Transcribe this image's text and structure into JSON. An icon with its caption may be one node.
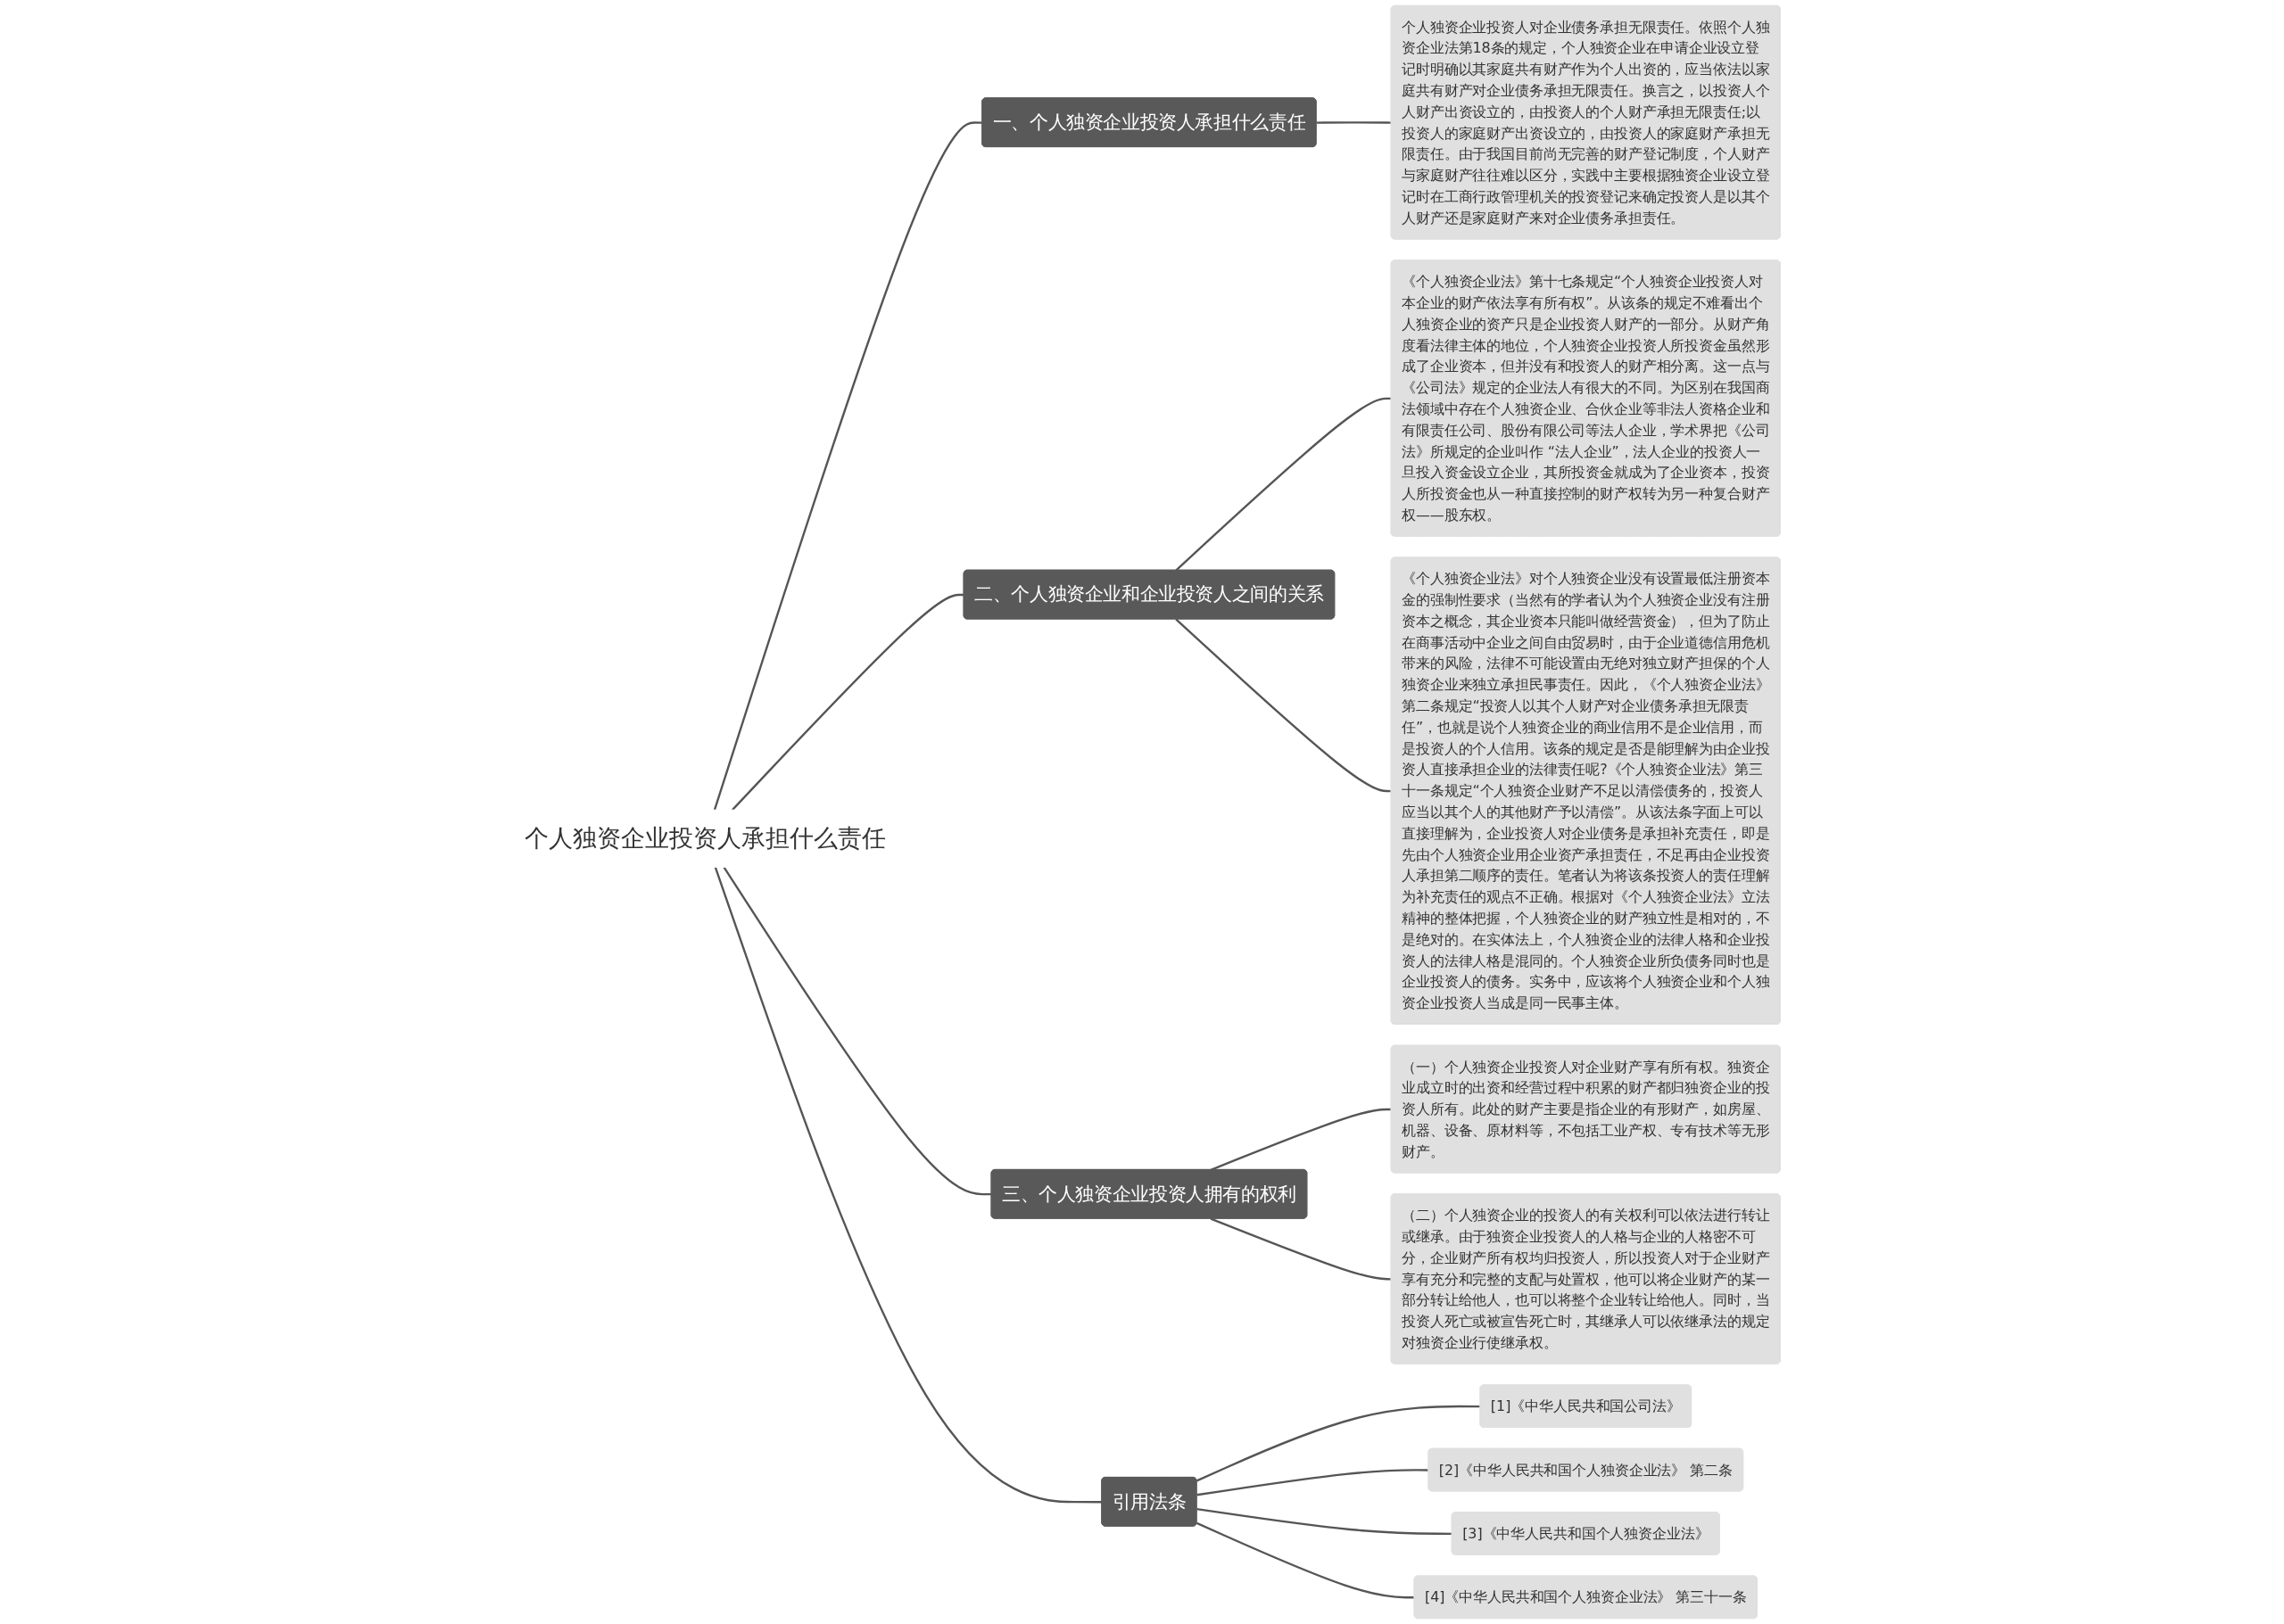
{
  "diagram": {
    "nodes": [
      {
        "text": [
          "个人独资企业投资人承担什么责任"
        ]
      },
      {
        "text": [
          "一、个人独资企业投资人承担什么责任"
        ]
      },
      {
        "text": [
          "个人独资企业投资人对企业债务承担无限责任。依照个人独资企业法第18条的规定，个人独资企业在申请企业设立登记时明确以其家庭共有财产作为个人出资的，应当依法以家庭共有财产对企业债务承担无限责任。换言之，以投资人个人财产出资设立的，由投资人的个人财产承担无限责任;以投资人的家庭财产出资设立的，由投资人的家庭财产承担无限责任。由于我国目前尚无完善的财产登记制度，个人财产与家庭财产往往难以区分，实践中主要根据独资企业设立登记时在工商行政管理机关的投资登记来确定投资人是以其个人财产还是家庭财产来对企业债务承担责任。"
        ]
      },
      {
        "text": [
          "二、个人独资企业和企业投资人之间的关系"
        ]
      },
      {
        "text": [
          "《个人独资企业法》第十七条规定“个人独资企业投资人对本企业的财产依法享有所有权”。从该条的规定不难看出个人独资企业的资产只是企业投资人财产的一部分。从财产角度看法律主体的地位，个人独资企业投资人所投资金虽然形成了企业资本，但并没有和投资人的财产相分离。这一点与《公司法》规定的企业法人有很大的不同。为区别在我国商法领域中存在个人独资企业、合伙企业等非法人资格企业和有限责任公司、股份有限公司等法人企业，学术界把《公司法》所规定的企业叫作 “法人企业”，法人企业的投资人一旦投入资金设立企业，其所投资金就成为了企业资本，投资人所投资金也从一种直接控制的财产权转为另一种复合财产权——股东权。"
        ]
      },
      {
        "text": [
          "《个人独资企业法》对个人独资企业没有设置最低注册资本金的强制性要求（当然有的学者认为个人独资企业没有注册资本之概念，其企业资本只能叫做经营资金），但为了防止在商事活动中企业之间自由贸易时，由于企业道德信用危机带来的风险，法律不可能设置由无绝对独立财产担保的个人独资企业来独立承担民事责任。因此，《个人独资企业法》第二条规定“投资人以其个人财产对企业债务承担无限责任”，也就是说个人独资企业的商业信用不是企业信用，而是投资人的个人信用。该条的规定是否是能理解为由企业投资人直接承担企业的法律责任呢?《个人独资企业法》第三十一条规定“个人独资企业财产不足以清偿债务的，投资人应当以其个人的其他财产予以清偿”。从该法条字面上可以直接理解为，企业投资人对企业债务是承担补充责任，即是先由个人独资企业用企业资产承担责任，不足再由企业投资人承担第二顺序的责任。笔者认为将该条投资人的责任理解为补充责任的观点不正确。根据对《个人独资企业法》立法精神的整体把握，个人独资企业的财产独立性是相对的，不是绝对的。在实体法上，个人独资企业的法律人格和企业投资人的法律人格是混同的。个人独资企业所负债务同时也是企业投资人的债务。实务中，应该将个人独资企业和个人独资企业投资人当成是同一民事主体。"
        ]
      },
      {
        "text": [
          "三、个人独资企业投资人拥有的权利"
        ]
      },
      {
        "text": [
          "（一）个人独资企业投资人对企业财产享有所有权。独资企业成立时的出资和经营过程中积累的财产都归独资企业的投资人所有。此处的财产主要是指企业的有形财产，如房屋、机器、设备、原材料等，不包括工业产权、专有技术等无形财产。"
        ]
      },
      {
        "text": [
          "（二）个人独资企业的投资人的有关权利可以依法进行转让或继承。由于独资企业投资人的人格与企业的人格密不可分，企业财产所有权均归投资人，所以投资人对于企业财产享有充分和完整的支配与处置权，他可以将企业财产的某一部分转让给他人，也可以将整个企业转让给他人。同时，当投资人死亡或被宣告死亡时，其继承人可以依继承法的规定对独资企业行使继承权。"
        ]
      },
      {
        "text": [
          "引用法条"
        ]
      },
      {
        "text": [
          "[1]《中华人民共和国公司法》"
        ]
      },
      {
        "text": [
          "[2]《中华人民共和国个人独资企业法》 第二条"
        ]
      },
      {
        "text": [
          "[3]《中华人民共和国个人独资企业法》"
        ]
      },
      {
        "text": [
          "[4]《中华人民共和国个人独资企业法》 第三十一条"
        ]
      }
    ],
    "edges": [
      {
        "from": 0,
        "to": 1,
        "arrow": "none"
      },
      {
        "from": 1,
        "to": 2,
        "arrow": "none"
      },
      {
        "from": 0,
        "to": 3,
        "arrow": "none"
      },
      {
        "from": 3,
        "to": 4,
        "arrow": "none"
      },
      {
        "from": 3,
        "to": 5,
        "arrow": "none"
      },
      {
        "from": 0,
        "to": 6,
        "arrow": "none"
      },
      {
        "from": 6,
        "to": 7,
        "arrow": "none"
      },
      {
        "from": 6,
        "to": 8,
        "arrow": "none"
      },
      {
        "from": 0,
        "to": 9,
        "arrow": "none"
      },
      {
        "from": 9,
        "to": 10,
        "arrow": "none"
      },
      {
        "from": 9,
        "to": 11,
        "arrow": "none"
      },
      {
        "from": 9,
        "to": 12,
        "arrow": "none"
      },
      {
        "from": 9,
        "to": 13,
        "arrow": "none"
      }
    ]
  }
}
